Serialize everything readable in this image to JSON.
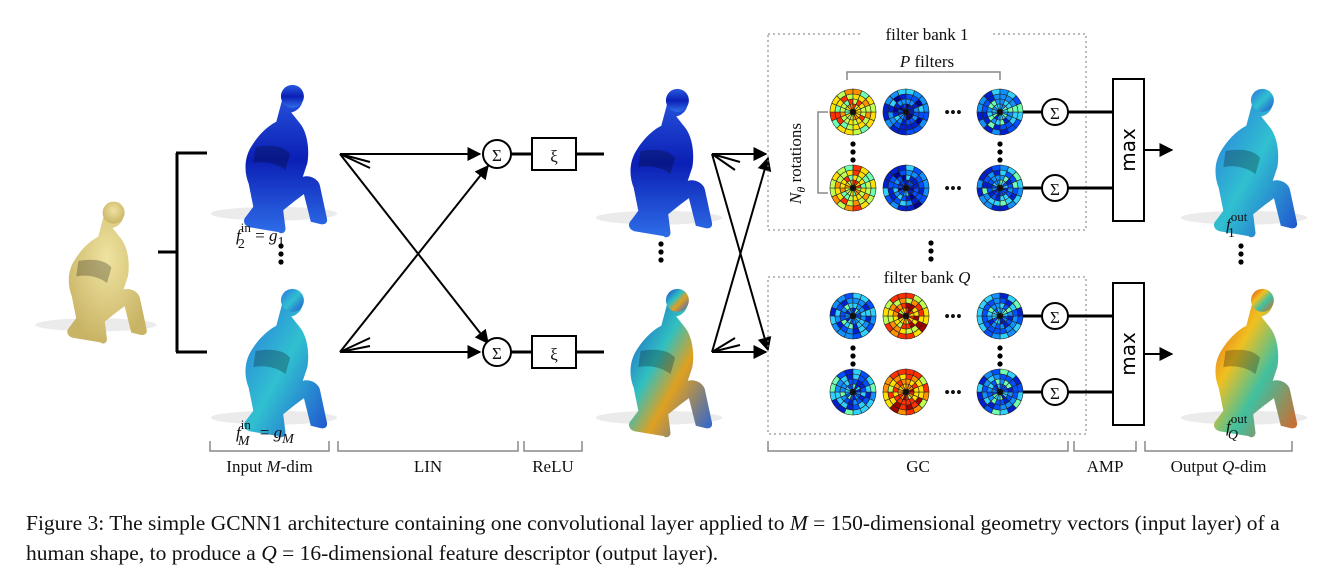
{
  "figure": {
    "input_shape": "input-human-shape",
    "input_labels": {
      "first": {
        "f": "f",
        "sup": "in",
        "sub": "2",
        "eq": "= g",
        "eqsub": "1"
      },
      "last": {
        "f": "f",
        "sup": "in",
        "sub": "M",
        "eq": "= g",
        "eqsub": "M"
      }
    },
    "output_labels": {
      "first": {
        "f": "f",
        "sup": "out",
        "sub": "1"
      },
      "last": {
        "f": "f",
        "sup": "out",
        "sub": "Q"
      }
    },
    "sum_symbol": "Σ",
    "relu_symbol": "ξ",
    "max_label": "max",
    "ellipsis_h": "•••",
    "filter_bank_1": {
      "title": "filter bank 1",
      "filters_label_var": "P",
      "filters_label_text": " filters",
      "rotations_var": "N",
      "rotations_sub": "θ",
      "rotations_text": " rotations"
    },
    "filter_bank_q": {
      "title_text": "filter bank ",
      "title_var": "Q"
    },
    "stages": [
      {
        "label_pre": "Input ",
        "label_var": "M",
        "label_post": "-dim"
      },
      {
        "label_pre": "LIN",
        "label_var": "",
        "label_post": ""
      },
      {
        "label_pre": "ReLU",
        "label_var": "",
        "label_post": ""
      },
      {
        "label_pre": "GC",
        "label_var": "",
        "label_post": ""
      },
      {
        "label_pre": "AMP",
        "label_var": "",
        "label_post": ""
      },
      {
        "label_pre": "Output ",
        "label_var": "Q",
        "label_post": "-dim"
      }
    ],
    "colors": {
      "shape_base": "#d9c97f",
      "blue": "#1a2fd0",
      "line": "#000000",
      "bracket": "#888888",
      "dotted_box": "#777777"
    }
  },
  "caption": {
    "prefix": "Figure 3: The simple GCNN1 architecture containing one convolutional layer applied to ",
    "var1": "M",
    "mid1": " = 150-dimensional geometry vectors (input layer) of a human shape, to produce a ",
    "var2": "Q",
    "mid2": " = 16-dimensional feature descriptor (output layer)."
  }
}
